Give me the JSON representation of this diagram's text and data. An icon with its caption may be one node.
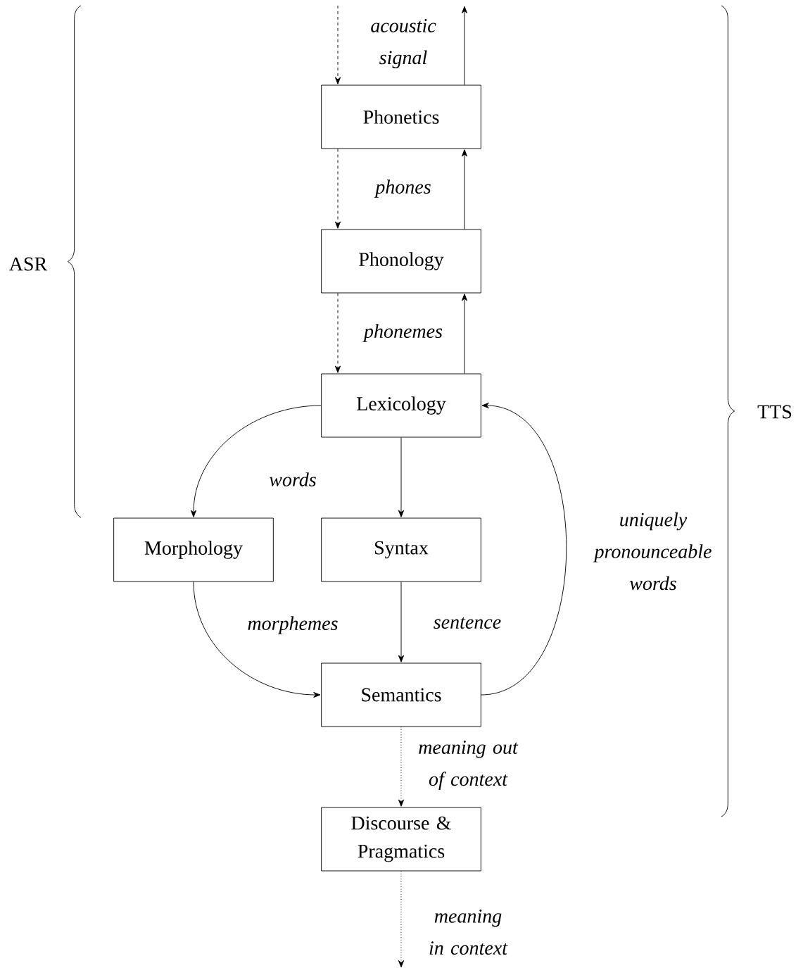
{
  "diagram": {
    "nodes": [
      {
        "text": [
          "Phonetics"
        ]
      },
      {
        "text": [
          "Phonology"
        ]
      },
      {
        "text": [
          "Lexicology"
        ]
      },
      {
        "text": [
          "Morphology"
        ]
      },
      {
        "text": [
          "Syntax"
        ]
      },
      {
        "text": [
          "Semantics"
        ]
      },
      {
        "text": [
          "Discourse & Pragmatics"
        ]
      }
    ],
    "edges": [
      {
        "from": null,
        "to": 0,
        "arrow": "to",
        "style": "dashed",
        "label": "acoustic signal"
      },
      {
        "from": 0,
        "to": null,
        "arrow": "to"
      },
      {
        "from": 0,
        "to": 1,
        "arrow": "to",
        "style": "dashed",
        "label": "phones"
      },
      {
        "from": 1,
        "to": 0,
        "arrow": "to"
      },
      {
        "from": 1,
        "to": 2,
        "arrow": "to",
        "style": "dashed",
        "label": "phonemes"
      },
      {
        "from": 2,
        "to": 1,
        "arrow": "to"
      },
      {
        "from": 2,
        "to": 3,
        "arrow": "to",
        "label": "words"
      },
      {
        "from": 2,
        "to": 4,
        "arrow": "to"
      },
      {
        "from": 3,
        "to": 5,
        "arrow": "to",
        "label": "morphemes"
      },
      {
        "from": 4,
        "to": 5,
        "arrow": "to",
        "label": "sentence"
      },
      {
        "from": 5,
        "to": 2,
        "arrow": "to",
        "label": "uniquely pronounceable words"
      },
      {
        "from": 5,
        "to": 6,
        "arrow": "to",
        "style": "dashed",
        "label": "meaning out of context"
      },
      {
        "from": 6,
        "to": null,
        "arrow": "to",
        "style": "dashed",
        "label": "meaning in context"
      }
    ],
    "labels": [
      "ASR",
      "TTS"
    ]
  }
}
